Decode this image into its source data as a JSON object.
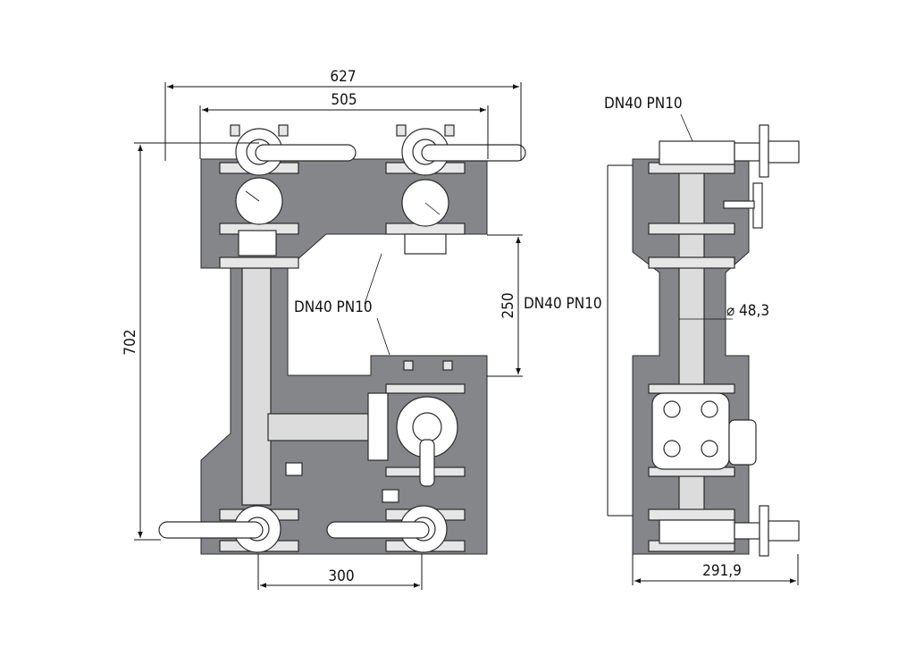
{
  "dimensions": {
    "overall_width": "627",
    "flange_width": "505",
    "overall_height": "702",
    "lower_offset": "250",
    "pipe_spacing": "300",
    "side_depth": "291,9",
    "pipe_diameter": "⌀ 48,3"
  },
  "labels": {
    "connection_front": "DN40 PN10",
    "connection_side_top": "DN40 PN10",
    "connection_side_mid": "DN40 PN10"
  },
  "colors": {
    "body": "#85868a",
    "line": "#2a2a2a"
  }
}
